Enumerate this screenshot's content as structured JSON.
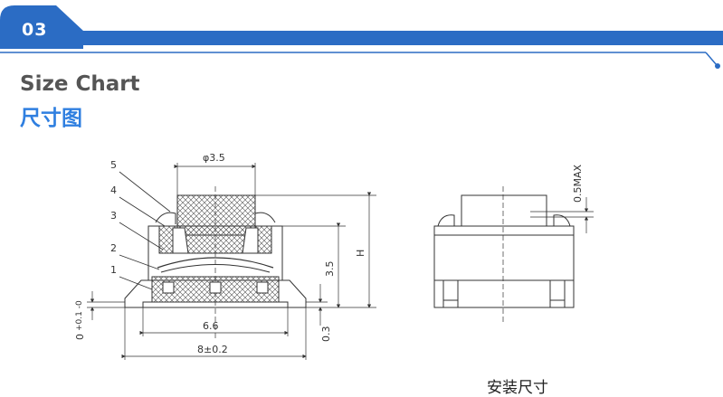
{
  "header": {
    "section_number": "03",
    "accent_color": "#2f7fe0",
    "bar_color": "#2b6cc4"
  },
  "titles": {
    "english": "Size Chart",
    "chinese": "尺寸图"
  },
  "drawing": {
    "part_labels": [
      "5",
      "4",
      "3",
      "2",
      "1"
    ],
    "dimensions": {
      "top_diameter": "φ3.5",
      "height_label": "H",
      "body_height": "3.5",
      "inner_width": "6.6",
      "overall_width": "8±0.2",
      "lead_thickness": "0.3",
      "standoff": "0",
      "standoff_tolerance": "+0.1 -0",
      "lead_float": "0.5MAX"
    },
    "install_caption": "安装尺寸"
  }
}
